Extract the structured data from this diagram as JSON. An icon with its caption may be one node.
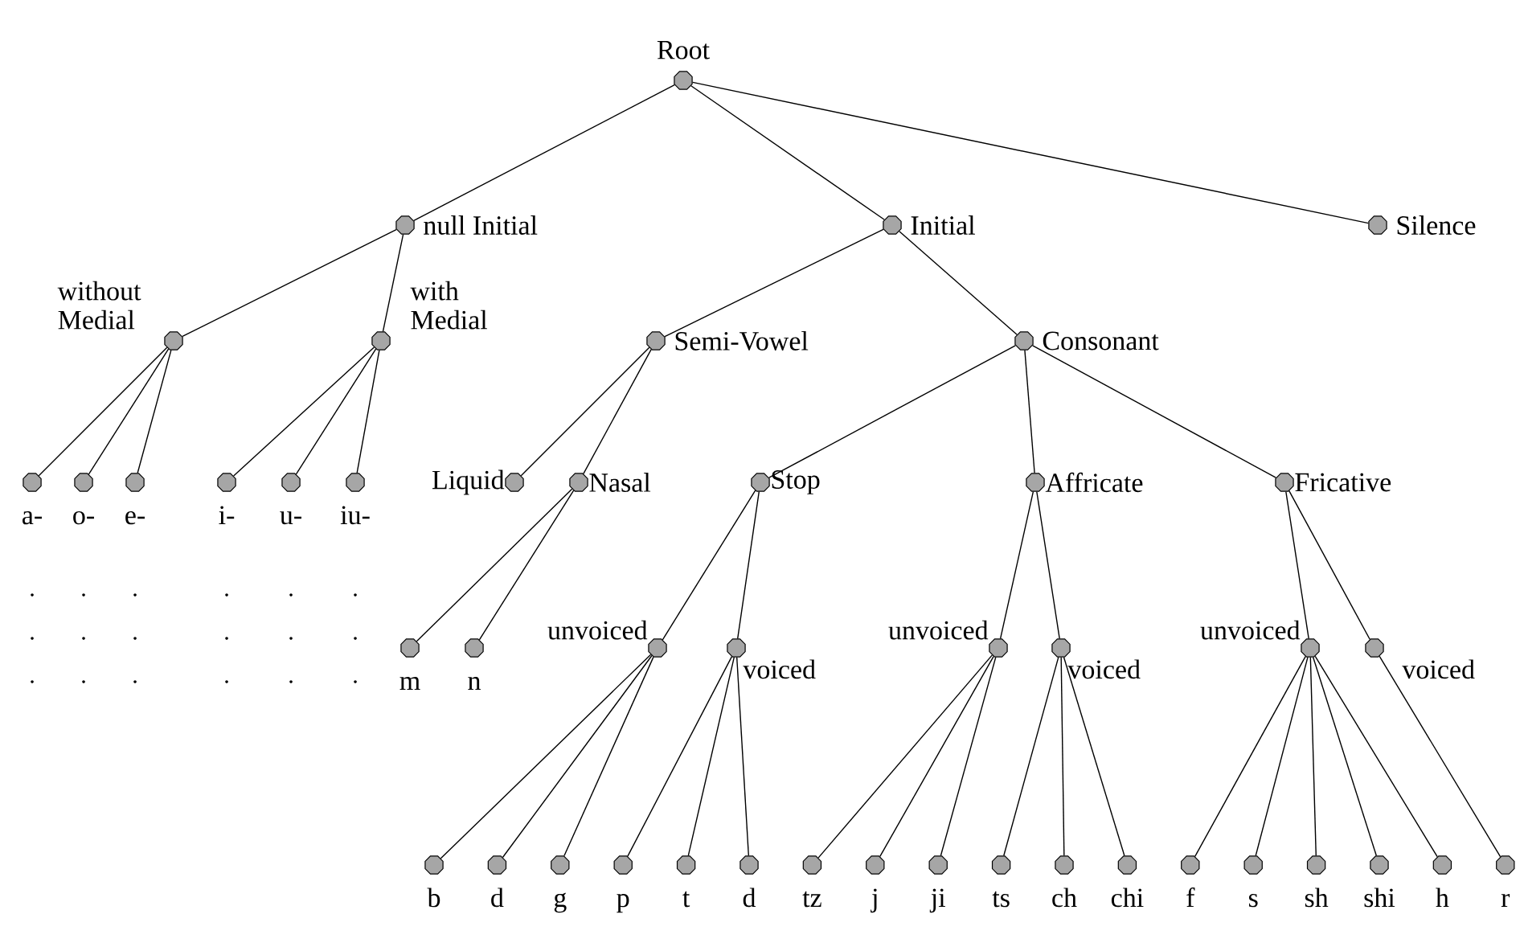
{
  "diagram": {
    "nodes": [
      {
        "text": [
          "Root"
        ]
      },
      {
        "text": [
          "null Initial"
        ]
      },
      {
        "text": [
          "Initial"
        ]
      },
      {
        "text": [
          "Silence"
        ]
      },
      {
        "text": [
          "without Medial"
        ]
      },
      {
        "text": [
          "with Medial"
        ]
      },
      {
        "text": [
          "Semi-Vowel"
        ]
      },
      {
        "text": [
          "Consonant"
        ]
      },
      {
        "text": [
          "a-"
        ]
      },
      {
        "text": [
          "o-"
        ]
      },
      {
        "text": [
          "e-"
        ]
      },
      {
        "text": [
          "i-"
        ]
      },
      {
        "text": [
          "u-"
        ]
      },
      {
        "text": [
          "iu-"
        ]
      },
      {
        "text": [
          "Liquid"
        ]
      },
      {
        "text": [
          "Nasal"
        ]
      },
      {
        "text": [
          "Stop"
        ]
      },
      {
        "text": [
          "Affricate"
        ]
      },
      {
        "text": [
          "Fricative"
        ]
      },
      {
        "text": [
          "m"
        ]
      },
      {
        "text": [
          "n"
        ]
      },
      {
        "text": [
          "unvoiced"
        ]
      },
      {
        "text": [
          "voiced"
        ]
      },
      {
        "text": [
          "unvoiced"
        ]
      },
      {
        "text": [
          "voiced"
        ]
      },
      {
        "text": [
          "unvoiced"
        ]
      },
      {
        "text": [
          "voiced"
        ]
      },
      {
        "text": [
          "b"
        ]
      },
      {
        "text": [
          "d"
        ]
      },
      {
        "text": [
          "g"
        ]
      },
      {
        "text": [
          "p"
        ]
      },
      {
        "text": [
          "t"
        ]
      },
      {
        "text": [
          "d"
        ]
      },
      {
        "text": [
          "tz"
        ]
      },
      {
        "text": [
          "j"
        ]
      },
      {
        "text": [
          "ji"
        ]
      },
      {
        "text": [
          "ts"
        ]
      },
      {
        "text": [
          "ch"
        ]
      },
      {
        "text": [
          "chi"
        ]
      },
      {
        "text": [
          "f"
        ]
      },
      {
        "text": [
          "s"
        ]
      },
      {
        "text": [
          "sh"
        ]
      },
      {
        "text": [
          "shi"
        ]
      },
      {
        "text": [
          "h"
        ]
      },
      {
        "text": [
          "r"
        ]
      }
    ],
    "edges": [
      {
        "from": 0,
        "to": 1,
        "arrow": "none"
      },
      {
        "from": 0,
        "to": 2,
        "arrow": "none"
      },
      {
        "from": 0,
        "to": 3,
        "arrow": "none"
      },
      {
        "from": 1,
        "to": 4,
        "arrow": "none"
      },
      {
        "from": 1,
        "to": 5,
        "arrow": "none"
      },
      {
        "from": 2,
        "to": 6,
        "arrow": "none"
      },
      {
        "from": 2,
        "to": 7,
        "arrow": "none"
      },
      {
        "from": 4,
        "to": 8,
        "arrow": "none"
      },
      {
        "from": 4,
        "to": 9,
        "arrow": "none"
      },
      {
        "from": 4,
        "to": 10,
        "arrow": "none"
      },
      {
        "from": 5,
        "to": 11,
        "arrow": "none"
      },
      {
        "from": 5,
        "to": 12,
        "arrow": "none"
      },
      {
        "from": 5,
        "to": 13,
        "arrow": "none"
      },
      {
        "from": 6,
        "to": 14,
        "arrow": "none"
      },
      {
        "from": 6,
        "to": 15,
        "arrow": "none"
      },
      {
        "from": 7,
        "to": 16,
        "arrow": "none"
      },
      {
        "from": 7,
        "to": 17,
        "arrow": "none"
      },
      {
        "from": 7,
        "to": 18,
        "arrow": "none"
      },
      {
        "from": 15,
        "to": 19,
        "arrow": "none"
      },
      {
        "from": 15,
        "to": 20,
        "arrow": "none"
      },
      {
        "from": 16,
        "to": 21,
        "arrow": "none"
      },
      {
        "from": 16,
        "to": 22,
        "arrow": "none"
      },
      {
        "from": 17,
        "to": 23,
        "arrow": "none"
      },
      {
        "from": 17,
        "to": 24,
        "arrow": "none"
      },
      {
        "from": 18,
        "to": 25,
        "arrow": "none"
      },
      {
        "from": 18,
        "to": 26,
        "arrow": "none"
      },
      {
        "from": 21,
        "to": 27,
        "arrow": "none"
      },
      {
        "from": 21,
        "to": 28,
        "arrow": "none"
      },
      {
        "from": 21,
        "to": 29,
        "arrow": "none"
      },
      {
        "from": 22,
        "to": 30,
        "arrow": "none"
      },
      {
        "from": 22,
        "to": 31,
        "arrow": "none"
      },
      {
        "from": 22,
        "to": 32,
        "arrow": "none"
      },
      {
        "from": 23,
        "to": 33,
        "arrow": "none"
      },
      {
        "from": 23,
        "to": 34,
        "arrow": "none"
      },
      {
        "from": 23,
        "to": 35,
        "arrow": "none"
      },
      {
        "from": 24,
        "to": 36,
        "arrow": "none"
      },
      {
        "from": 24,
        "to": 37,
        "arrow": "none"
      },
      {
        "from": 24,
        "to": 38,
        "arrow": "none"
      },
      {
        "from": 25,
        "to": 39,
        "arrow": "none"
      },
      {
        "from": 25,
        "to": 40,
        "arrow": "none"
      },
      {
        "from": 25,
        "to": 41,
        "arrow": "none"
      },
      {
        "from": 25,
        "to": 42,
        "arrow": "none"
      },
      {
        "from": 25,
        "to": 43,
        "arrow": "none"
      },
      {
        "from": 26,
        "to": 44,
        "arrow": "none"
      }
    ]
  }
}
